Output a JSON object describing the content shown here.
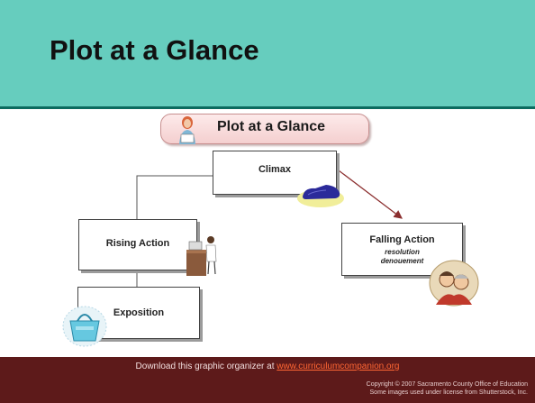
{
  "slide": {
    "title": "Plot at a Glance"
  },
  "diagram": {
    "banner_title": "Plot at a Glance",
    "nodes": {
      "climax": {
        "label": "Climax"
      },
      "rising_action": {
        "label": "Rising Action"
      },
      "falling_action": {
        "label": "Falling Action",
        "sub1": "resolution",
        "sub2": "denouement"
      },
      "exposition": {
        "label": "Exposition"
      }
    }
  },
  "footer": {
    "download_text": "Download this graphic organizer at ",
    "link": "www.curriculumcompanion.org",
    "copyright_line1": "Copyright © 2007 Sacramento County Office of Education",
    "copyright_line2": "Some images used under license from Shutterstock, Inc."
  },
  "colors": {
    "header": "#66cdbe",
    "footer": "#5d1a1a",
    "link": "#ff6633",
    "arrow": "#8b2e2e"
  }
}
